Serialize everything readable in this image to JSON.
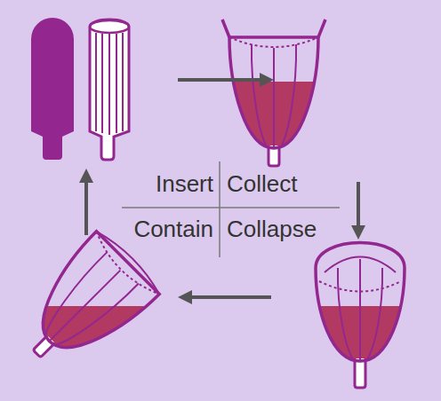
{
  "diagram": {
    "labels": [
      "Insert",
      "Collect",
      "Contain",
      "Collapse"
    ]
  }
}
